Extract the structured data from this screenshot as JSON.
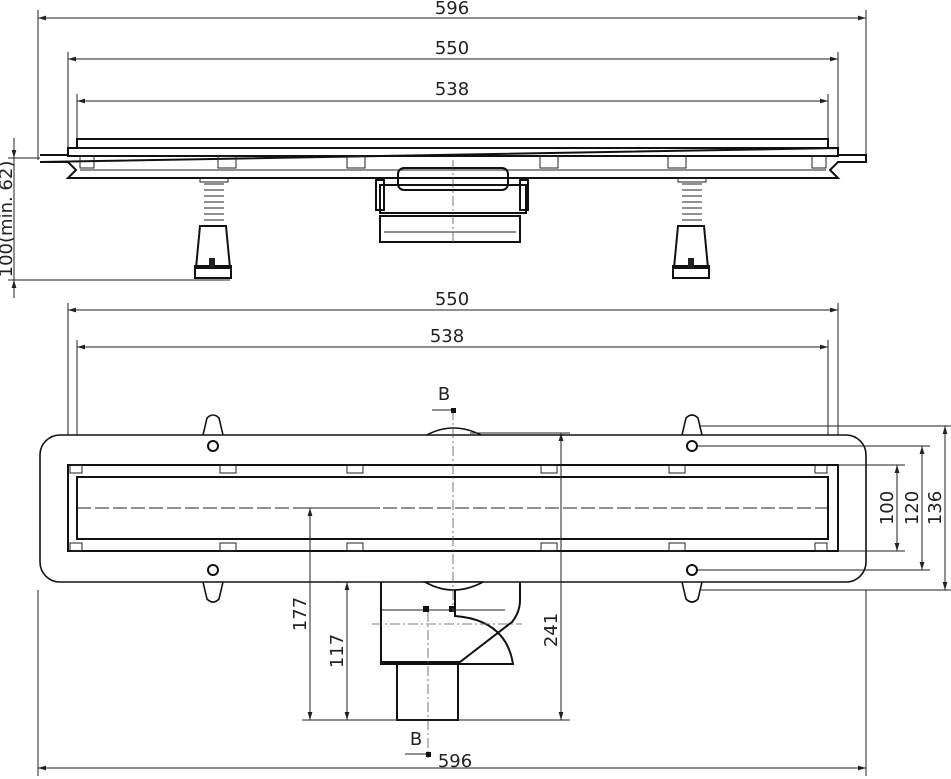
{
  "side_view": {
    "dimensions": {
      "overall": "596",
      "flange": "550",
      "grate": "538",
      "height": "100(min. 62)"
    }
  },
  "plan_view": {
    "dimensions": {
      "flange": "550",
      "grate": "538",
      "overall": "596",
      "channel_width": "100",
      "hole_spacing": "120",
      "total_width": "136",
      "outlet_offset": "177",
      "outlet_depth": "117",
      "outlet_total": "241"
    },
    "section_marks": [
      "B",
      "B"
    ]
  },
  "colors": {
    "line": "#222222",
    "background": "#ffffff"
  }
}
